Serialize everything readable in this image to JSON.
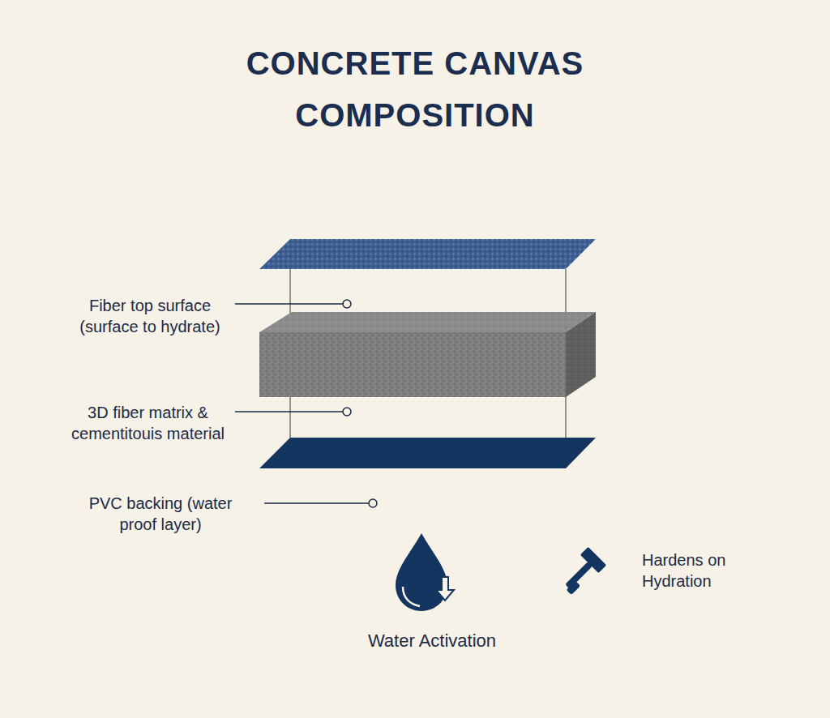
{
  "diagram": {
    "title": "CONCRETE CANVAS COMPOSITION",
    "labels": [
      "Fiber top surface (surface to hydrate)",
      "3D fiber matrix & cementitouis material",
      "PVC backing (water proof layer)",
      "Water Activation",
      "Hardens on Hydration"
    ]
  }
}
